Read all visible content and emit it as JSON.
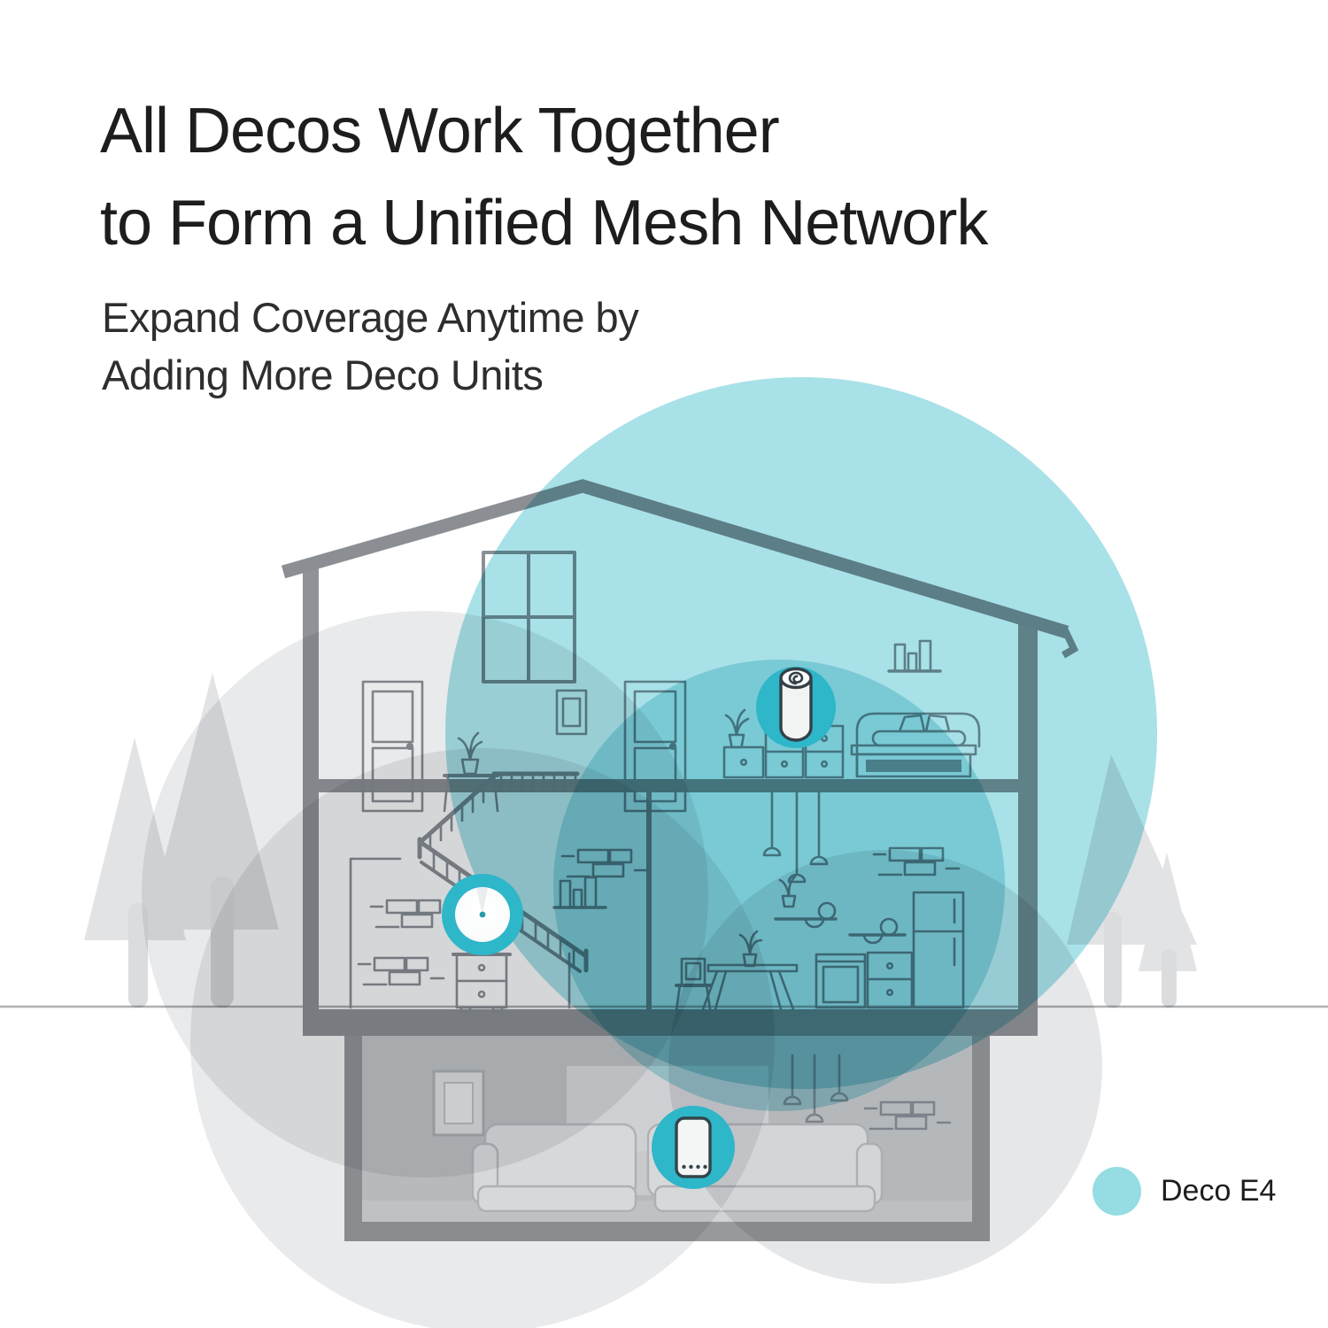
{
  "header": {
    "title_line1": "All Decos Work Together",
    "title_line2": "to Form a Unified Mesh Network",
    "subtitle_line1": "Expand Coverage Anytime by",
    "subtitle_line2": "Adding More Deco Units"
  },
  "legend": {
    "label": "Deco E4",
    "swatch_color": "#95dce3"
  },
  "colors": {
    "coverage_teal_main": "#a9e1e8",
    "coverage_teal_secondary": "#b6e5eb",
    "coverage_gray_left": "#e9eaeb",
    "coverage_gray_bottom": "#e9eaeb",
    "coverage_gray_right": "#e6e7e9",
    "deco_badge_teal": "#2eb6c9",
    "house_structure_gray": "#8f9296",
    "basement_wall_gray": "#97999c",
    "furniture_line_gray": "#8a9096",
    "title_text": "#1d1d1f"
  },
  "illustration": {
    "description": "Cross-section of a three-story house with three Deco units forming one mesh network",
    "deco_units": [
      {
        "location": "upper-floor-bedroom",
        "view": "cylinder-with-logo-top"
      },
      {
        "location": "middle-floor-nightstand",
        "view": "round-top-view"
      },
      {
        "location": "basement-living-room",
        "view": "front-view-with-leds"
      }
    ]
  }
}
